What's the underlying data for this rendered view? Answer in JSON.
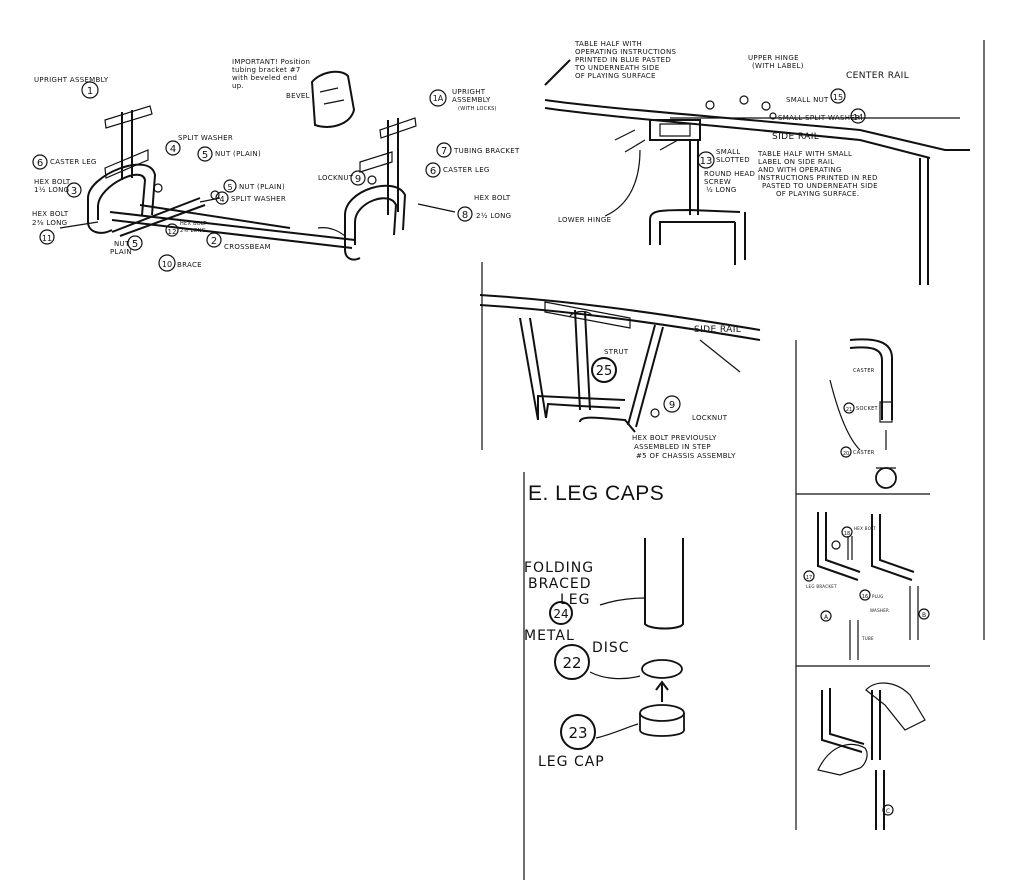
{
  "chassis": {
    "upright_assembly_1": "UPRIGHT ASSEMBLY",
    "upright_assembly_1a_a": "UPRIGHT",
    "upright_assembly_1a_b": "ASSEMBLY",
    "upright_assembly_1a_c": "(WITH LOCKS)",
    "important_note_a": "IMPORTANT! Position",
    "important_note_b": "tubing bracket #7",
    "important_note_c": "with beveled end",
    "important_note_d": "up.",
    "bevel": "BEVEL",
    "split_washer": "SPLIT WASHER",
    "nut_plain": "NUT (PLAIN)",
    "caster_leg": "CASTER LEG",
    "hex_bolt_1_2_a": "HEX BOLT",
    "hex_bolt_1_2_b": "1½ LONG",
    "hex_bolt_2_3_a": "HEX BOLT",
    "hex_bolt_2_3_b": "2⅜ LONG",
    "nut_plain_b": "NUT (PLAIN)",
    "split_washer_b": "SPLIT WASHER",
    "locknut": "LOCKNUT",
    "tubing_bracket": "TUBING BRACKET",
    "caster_leg_b": "CASTER LEG",
    "hex_bolt_r_a": "HEX BOLT",
    "hex_bolt_r_b": "2½ LONG",
    "hex_bolt_12_a": "HEX BOLT",
    "hex_bolt_12_b": "2⅜ LONG",
    "crossbeam": "CROSSBEAM",
    "nut_plain_c_a": "NUT",
    "nut_plain_c_b": "PLAIN",
    "brace": "BRACE",
    "callouts": [
      "1",
      "1A",
      "4",
      "5",
      "3",
      "6",
      "5",
      "4",
      "9",
      "7",
      "6",
      "8",
      "11",
      "5",
      "12",
      "2",
      "10"
    ]
  },
  "hinge": {
    "table_half_blue_a": "TABLE HALF WITH",
    "table_half_blue_b": "OPERATING INSTRUCTIONS",
    "table_half_blue_c": "PRINTED IN BLUE PASTED",
    "table_half_blue_d": "TO UNDERNEATH SIDE",
    "table_half_blue_e": "OF PLAYING SURFACE",
    "upper_hinge_a": "UPPER HINGE",
    "upper_hinge_b": "(WITH LABEL)",
    "center_rail": "CENTER RAIL",
    "small_nut": "SMALL NUT",
    "small_split_washer": "SMALL SPLIT WASHER",
    "side_rail": "SIDE RAIL",
    "table_half_red_a": "TABLE HALF WITH SMALL",
    "table_half_red_b": "LABEL ON SIDE RAIL",
    "table_half_red_c": "AND WITH OPERATING",
    "table_half_red_d": "INSTRUCTIONS PRINTED IN RED",
    "table_half_red_e": "PASTED TO UNDERNEATH SIDE",
    "table_half_red_f": "OF PLAYING SURFACE.",
    "small_screw_a": "SMALL",
    "small_screw_b": "SLOTTED",
    "small_screw_c": "ROUND HEAD",
    "small_screw_d": "SCREW",
    "small_screw_e": "½ LONG",
    "lower_hinge": "LOWER HINGE",
    "n13": "13",
    "n14": "14",
    "n15": "15"
  },
  "strut": {
    "side_rail": "SIDE RAIL",
    "strut": "STRUT",
    "n25": "25",
    "n9": "9",
    "locknut": "LOCKNUT",
    "hex_bolt_a": "HEX BOLT PREVIOUSLY",
    "hex_bolt_b": "ASSEMBLED IN STEP",
    "hex_bolt_c": "#5 OF CHASSIS ASSEMBLY"
  },
  "legcaps": {
    "title": "E. LEG CAPS",
    "folding_a": "FOLDING",
    "folding_b": "BRACED",
    "folding_c": "LEG",
    "n24": "24",
    "metal": "METAL",
    "disc": "DISC",
    "n22": "22",
    "n23": "23",
    "leg_cap": "LEG CAP"
  },
  "side_panels": {
    "caster_label": "CASTER",
    "socket": "SOCKET",
    "n21": "21",
    "n20": "20",
    "caster2": "CASTER",
    "n18": "18",
    "hex_bolt_small": "HEX BOLT",
    "n17": "17",
    "leg_bracket": "LEG BRACKET",
    "n16": "16",
    "plug": "PLUG",
    "washer": "WASHER",
    "tube_label": "TUBE",
    "a": "A",
    "b": "B",
    "c": "C"
  }
}
